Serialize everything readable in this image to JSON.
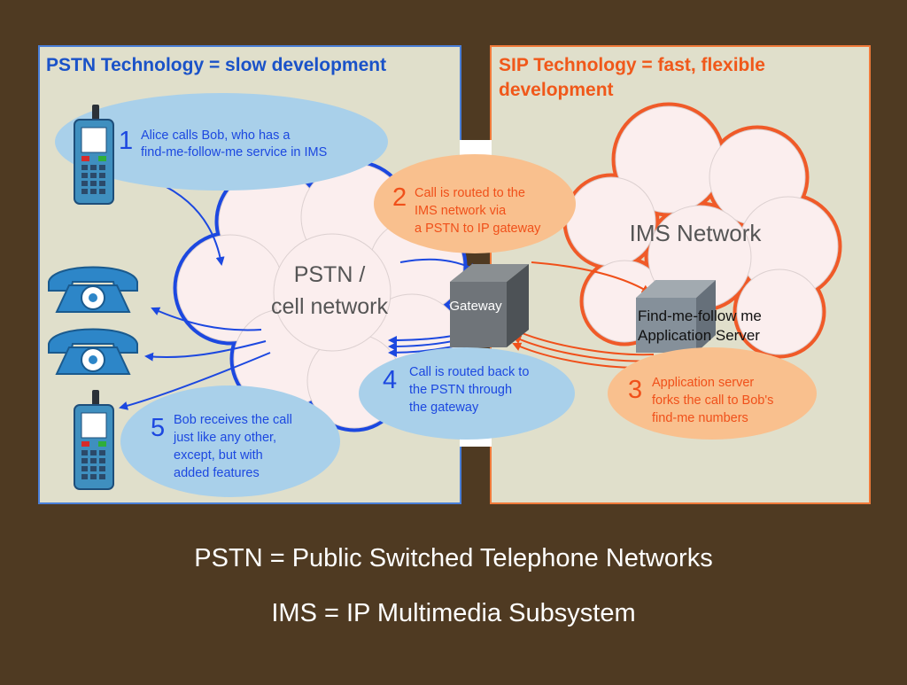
{
  "panels": {
    "pstn_title": "PSTN Technology = slow development",
    "sip_title_line1": "SIP Technology = fast, flexible",
    "sip_title_line2": "development"
  },
  "clouds": {
    "pstn_line1": "PSTN /",
    "pstn_line2": "cell network",
    "ims": "IMS Network"
  },
  "gateway_label": "Gateway",
  "app_server": {
    "line1": "Find-me-follow me",
    "line2": "Application Server"
  },
  "steps": [
    {
      "number": "1",
      "lines": [
        "Alice calls Bob, who has a",
        "find-me-follow-me service in IMS"
      ]
    },
    {
      "number": "2",
      "lines": [
        "Call is routed to the",
        "IMS network via",
        "a PSTN to IP gateway"
      ]
    },
    {
      "number": "3",
      "lines": [
        "Application server",
        "forks the call to Bob's",
        "find-me numbers"
      ]
    },
    {
      "number": "4",
      "lines": [
        "Call is routed back to",
        "the PSTN through",
        "the gateway"
      ]
    },
    {
      "number": "5",
      "lines": [
        "Bob receives the call",
        "just like any other,",
        "except, but with",
        "added features"
      ]
    }
  ],
  "captions": {
    "pstn": "PSTN = Public Switched Telephone Networks",
    "ims": "IMS = IP Multimedia Subsystem"
  },
  "colors": {
    "background": "#4f3a22",
    "panel_fill": "#e0dfcb",
    "pstn_border": "#4a7fd8",
    "sip_border": "#f07a3a",
    "pstn_title": "#1a52c8",
    "sip_title": "#f0581a",
    "blue_bubble": "#a9d0ea",
    "orange_bubble": "#f9c08e",
    "blue_arrow": "#1c48e0",
    "orange_arrow": "#f0501a"
  }
}
